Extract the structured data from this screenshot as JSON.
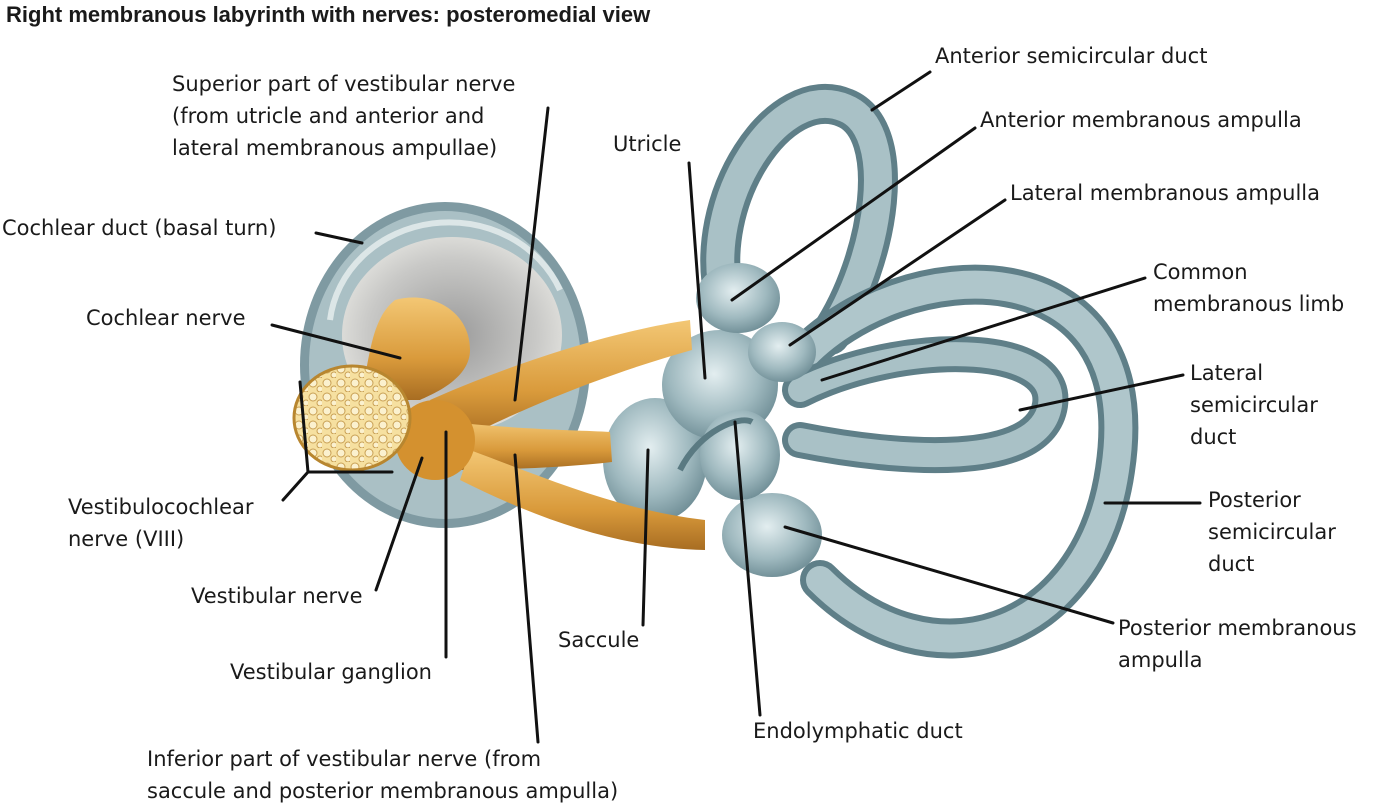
{
  "title": "Right membranous labyrinth with nerves: posteromedial view",
  "labels": {
    "anterior_semicircular_duct": [
      "Anterior semicircular duct"
    ],
    "anterior_membranous_ampulla": [
      "Anterior membranous ampulla"
    ],
    "lateral_membranous_ampulla": [
      "Lateral membranous ampulla"
    ],
    "common_membranous_limb": [
      "Common",
      "membranous limb"
    ],
    "lateral_semicircular_duct": [
      "Lateral",
      "semicircular",
      "duct"
    ],
    "posterior_semicircular_duct": [
      "Posterior",
      "semicircular",
      "duct"
    ],
    "posterior_membranous_ampulla": [
      "Posterior membranous",
      "ampulla"
    ],
    "endolymphatic_duct": [
      "Endolymphatic duct"
    ],
    "saccule": [
      "Saccule"
    ],
    "utricle": [
      "Utricle"
    ],
    "superior_vestibular_nerve": [
      "Superior part of vestibular nerve",
      "(from utricle and anterior and",
      "lateral membranous ampullae)"
    ],
    "cochlear_duct": [
      "Cochlear duct (basal turn)"
    ],
    "cochlear_nerve": [
      "Cochlear nerve"
    ],
    "vestibulocochlear_nerve": [
      "Vestibulocochlear",
      "nerve (VIII)"
    ],
    "vestibular_nerve": [
      "Vestibular nerve"
    ],
    "vestibular_ganglion": [
      "Vestibular ganglion"
    ],
    "inferior_vestibular_nerve": [
      "Inferior part of vestibular nerve (from",
      "saccule and posterior membranous ampulla)"
    ]
  }
}
